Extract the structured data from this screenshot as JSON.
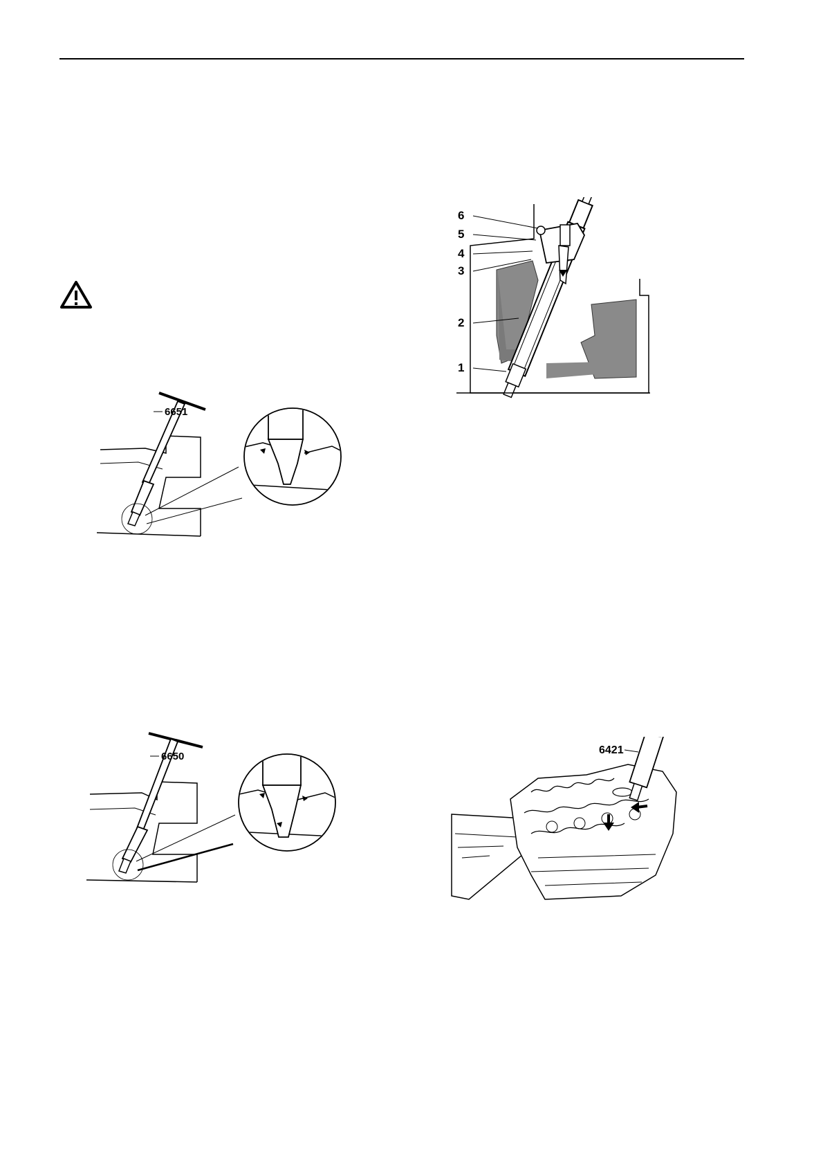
{
  "header": {
    "rule": true
  },
  "warning": {
    "icon": "warning-triangle-icon"
  },
  "figures": {
    "injector_section": {
      "callouts": [
        "6",
        "5",
        "4",
        "3",
        "2",
        "1"
      ]
    },
    "reamer_6651": {
      "tool_number": "6651"
    },
    "reamer_6650": {
      "tool_number": "6650"
    },
    "installer_6421": {
      "tool_number": "6421"
    }
  }
}
